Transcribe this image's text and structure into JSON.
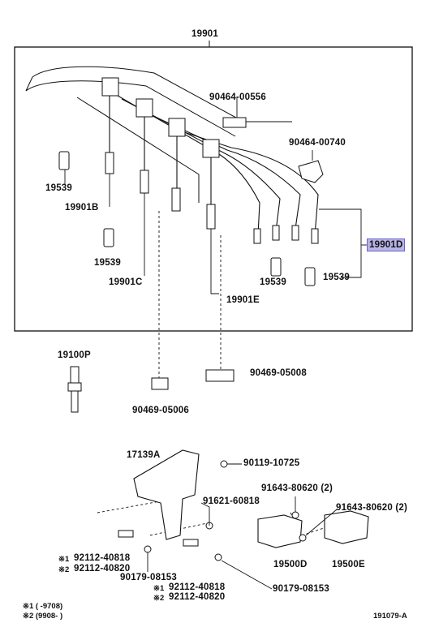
{
  "labels": {
    "title_19901": "19901",
    "p_90464_00556": "90464-00556",
    "p_90464_00740": "90464-00740",
    "p_19539_a": "19539",
    "p_19901B": "19901B",
    "p_19539_b": "19539",
    "p_19901C": "19901C",
    "p_19901D": "19901D",
    "p_19539_c": "19539",
    "p_19539_d": "19539",
    "p_19901E": "19901E",
    "p_19100P": "19100P",
    "p_90469_05008": "90469-05008",
    "p_90469_05006": "90469-05006",
    "p_17139A": "17139A",
    "p_90119_10725": "90119-10725",
    "p_91621_60818": "91621-60818",
    "p_91643_80620_a": "91643-80620 (2)",
    "p_91643_80620_b": "91643-80620 (2)",
    "p_92112_40818_l": "92112-40818",
    "p_92112_40820_l": "92112-40820",
    "p_90179_08153_a": "90179-08153",
    "p_92112_40818_b": "92112-40818",
    "p_92112_40820_b": "92112-40820",
    "p_90179_08153_b": "90179-08153",
    "p_19500D": "19500D",
    "p_19500E": "19500E",
    "mark1": "※1",
    "mark2": "※2",
    "note1": "※1  (      -9708)",
    "note2": "※2  (9908-      )",
    "diagram_id": "191079-A"
  },
  "colors": {
    "highlight": "#b8b4e8",
    "line": "#111111"
  }
}
